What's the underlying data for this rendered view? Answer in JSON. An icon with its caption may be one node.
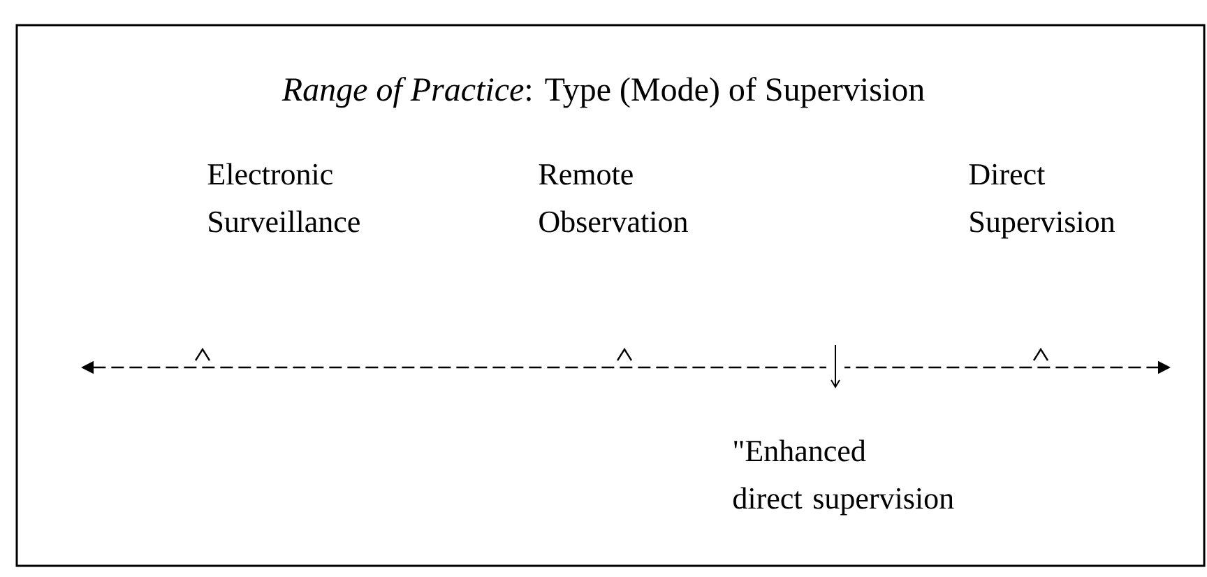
{
  "diagram": {
    "title": "*Range of Practice*: Type (Mode) of Supervision",
    "labels": [
      "Electronic Surveillance",
      "Remote Observation",
      "Direct Supervision",
      "\"Enhanced direct supervision"
    ]
  }
}
